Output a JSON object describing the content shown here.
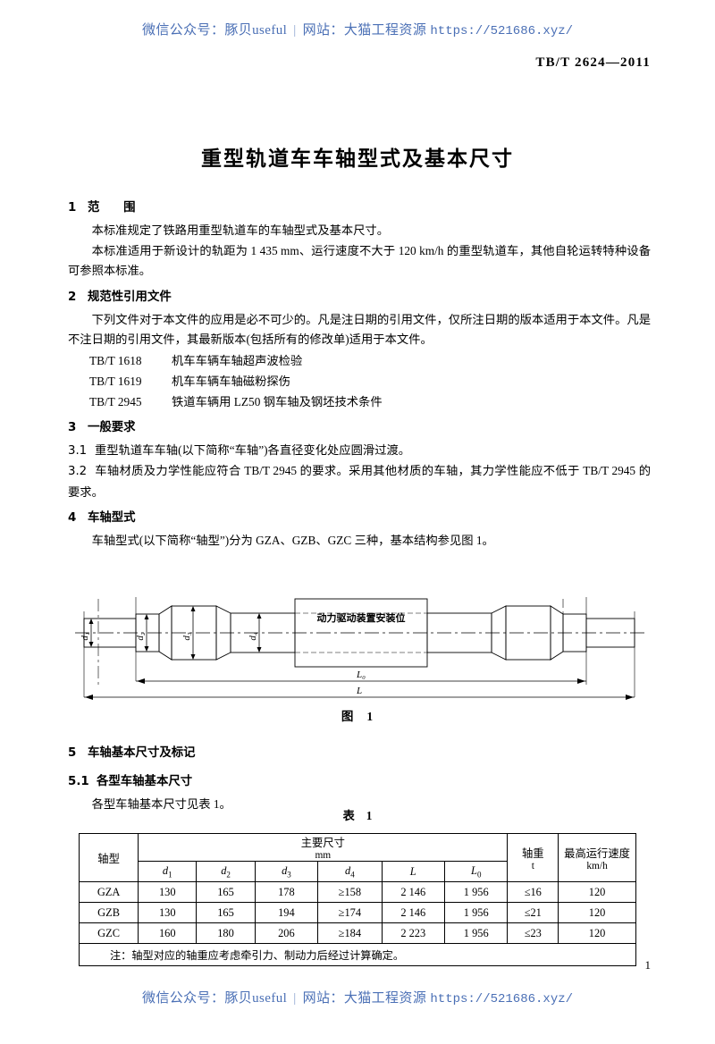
{
  "watermark": {
    "label_wechat": "微信公众号：豚贝useful",
    "separator": "|",
    "label_site": "网站：大猫工程资源",
    "url": "https://521686.xyz/"
  },
  "header": {
    "standard_no": "TB/T 2624—2011"
  },
  "title": "重型轨道车车轴型式及基本尺寸",
  "sections": {
    "s1": {
      "num": "1",
      "heading": "范　　围",
      "p1": "本标准规定了铁路用重型轨道车的车轴型式及基本尺寸。",
      "p2": "本标准适用于新设计的轨距为 1 435 mm、运行速度不大于 120 km/h 的重型轨道车，其他自轮运转特种设备可参照本标准。"
    },
    "s2": {
      "num": "2",
      "heading": "规范性引用文件",
      "p1": "下列文件对于本文件的应用是必不可少的。凡是注日期的引用文件，仅所注日期的版本适用于本文件。凡是不注日期的引用文件，其最新版本(包括所有的修改单)适用于本文件。",
      "refs": [
        {
          "code": "TB/T 1618",
          "name": "机车车辆车轴超声波检验"
        },
        {
          "code": "TB/T 1619",
          "name": "机车车辆车轴磁粉探伤"
        },
        {
          "code": "TB/T 2945",
          "name": "铁道车辆用 LZ50 钢车轴及钢坯技术条件"
        }
      ]
    },
    "s3": {
      "num": "3",
      "heading": "一般要求",
      "c31_num": "3.1",
      "c31_text": "重型轨道车车轴(以下简称“车轴”)各直径变化处应圆滑过渡。",
      "c32_num": "3.2",
      "c32_text": "车轴材质及力学性能应符合 TB/T 2945 的要求。采用其他材质的车轴，其力学性能应不低于 TB/T 2945 的要求。"
    },
    "s4": {
      "num": "4",
      "heading": "车轴型式",
      "p1": "车轴型式(以下简称“轴型”)分为 GZA、GZB、GZC 三种，基本结构参见图 1。"
    },
    "s5": {
      "num": "5",
      "heading": "车轴基本尺寸及标记",
      "c51_num": "5.1",
      "c51_heading": "各型车轴基本尺寸",
      "c51_text": "各型车轴基本尺寸见表 1。"
    }
  },
  "figure": {
    "caption_label": "图",
    "caption_num": "1",
    "mount_label": "动力驱动装置安装位",
    "dims": {
      "d1": "d₁",
      "d2": "d₂",
      "d3": "d₃",
      "d4": "d₄",
      "L0": "L₀",
      "L": "L"
    }
  },
  "table": {
    "caption_label": "表",
    "caption_num": "1",
    "header": {
      "axle_type": "轴型",
      "main_dims": "主要尺寸",
      "main_dims_unit": "mm",
      "axle_load": "轴重",
      "axle_load_unit": "t",
      "max_speed": "最高运行速度",
      "max_speed_unit": "km/h",
      "cols": [
        "d1",
        "d2",
        "d3",
        "d4",
        "L",
        "L0"
      ]
    },
    "rows": [
      {
        "type": "GZA",
        "d1": "130",
        "d2": "165",
        "d3": "178",
        "d4": "≥158",
        "L": "2 146",
        "L0": "1 956",
        "load": "≤16",
        "speed": "120"
      },
      {
        "type": "GZB",
        "d1": "130",
        "d2": "165",
        "d3": "194",
        "d4": "≥174",
        "L": "2 146",
        "L0": "1 956",
        "load": "≤21",
        "speed": "120"
      },
      {
        "type": "GZC",
        "d1": "160",
        "d2": "180",
        "d3": "206",
        "d4": "≥184",
        "L": "2 223",
        "L0": "1 956",
        "load": "≤23",
        "speed": "120"
      }
    ],
    "note": "注：轴型对应的轴重应考虑牵引力、制动力后经过计算确定。"
  },
  "page_number": "1",
  "colors": {
    "watermark": "#4a6fb5",
    "text": "#000000"
  }
}
